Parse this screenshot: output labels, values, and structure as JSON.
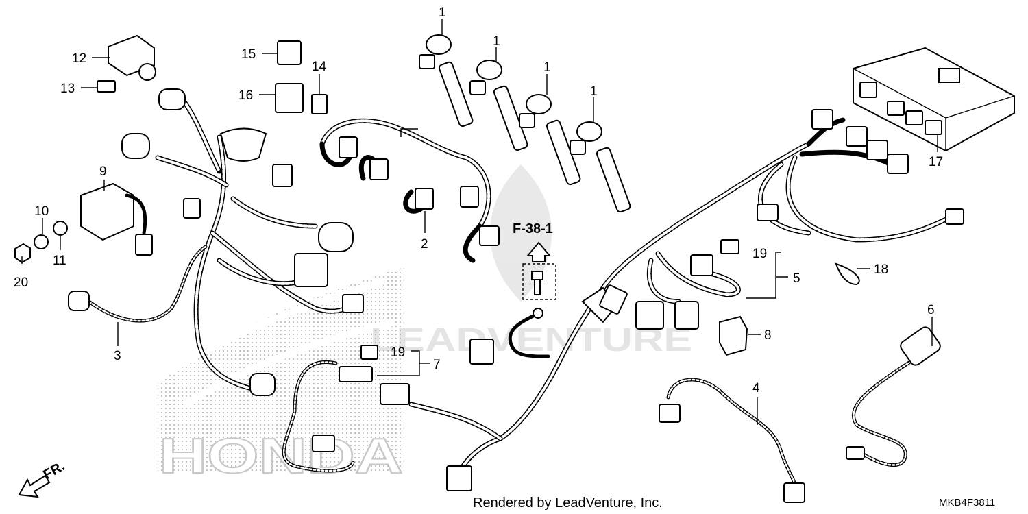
{
  "diagram": {
    "callouts": [
      {
        "id": "c1a",
        "label": "1"
      },
      {
        "id": "c1b",
        "label": "1"
      },
      {
        "id": "c1c",
        "label": "1"
      },
      {
        "id": "c1d",
        "label": "1"
      },
      {
        "id": "c2",
        "label": "2"
      },
      {
        "id": "c3",
        "label": "3"
      },
      {
        "id": "c4",
        "label": "4"
      },
      {
        "id": "c5",
        "label": "5"
      },
      {
        "id": "c6",
        "label": "6"
      },
      {
        "id": "c7",
        "label": "7"
      },
      {
        "id": "c8",
        "label": "8"
      },
      {
        "id": "c9",
        "label": "9"
      },
      {
        "id": "c10",
        "label": "10"
      },
      {
        "id": "c11",
        "label": "11"
      },
      {
        "id": "c12",
        "label": "12"
      },
      {
        "id": "c13",
        "label": "13"
      },
      {
        "id": "c14",
        "label": "14"
      },
      {
        "id": "c15",
        "label": "15"
      },
      {
        "id": "c16",
        "label": "16"
      },
      {
        "id": "c17",
        "label": "17"
      },
      {
        "id": "c18",
        "label": "18"
      },
      {
        "id": "c19a",
        "label": "19"
      },
      {
        "id": "c19b",
        "label": "19"
      },
      {
        "id": "c20",
        "label": "20"
      }
    ],
    "reference": "F-38-1",
    "direction_label": "FR.",
    "footer_text": "Rendered by LeadVenture, Inc.",
    "diagram_code": "MKB4F3811",
    "watermark_text": "LEADVENTURE",
    "brand_watermark": "HONDA"
  }
}
